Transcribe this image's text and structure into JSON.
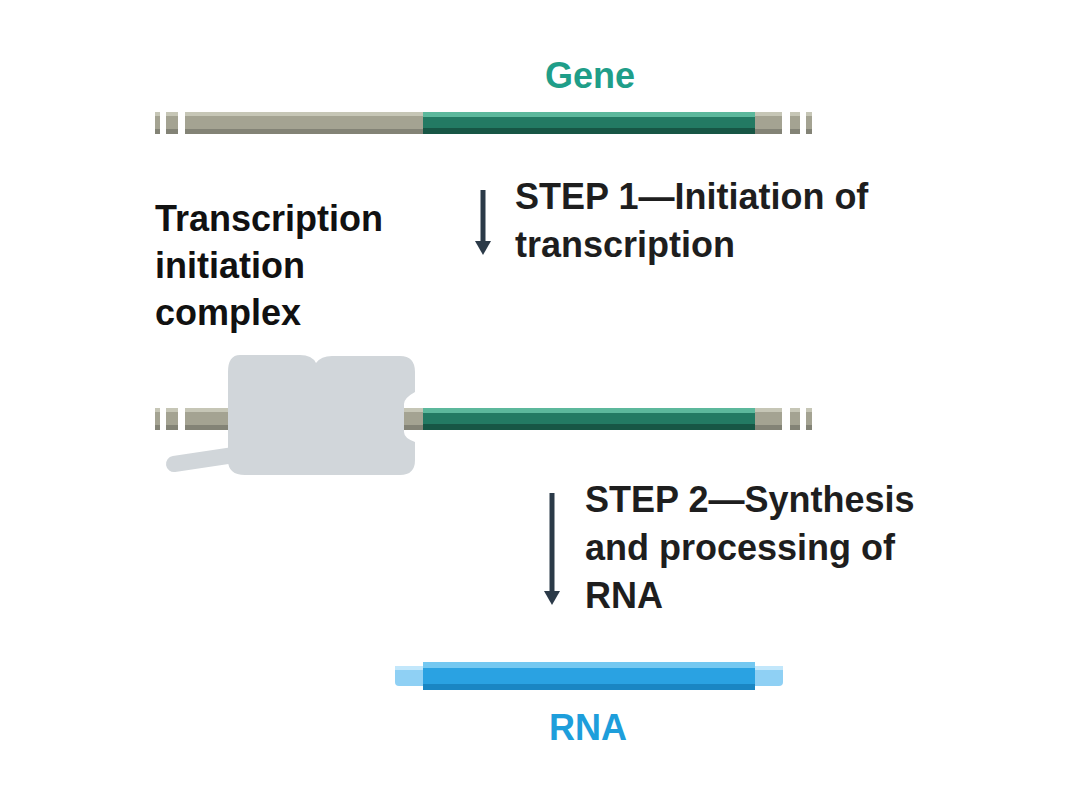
{
  "diagram": {
    "nodes": [
      {
        "text": [
          "Gene"
        ]
      },
      {
        "text": [
          "Transcription initiation complex"
        ]
      },
      {
        "text": [
          "RNA"
        ]
      }
    ],
    "edges": [
      {
        "from": 0,
        "to": 1,
        "arrow": "to",
        "label": "STEP 1—Initiation of transcription"
      },
      {
        "from": 1,
        "to": 2,
        "arrow": "to",
        "label": "STEP 2—Synthesis and processing of RNA"
      }
    ]
  }
}
